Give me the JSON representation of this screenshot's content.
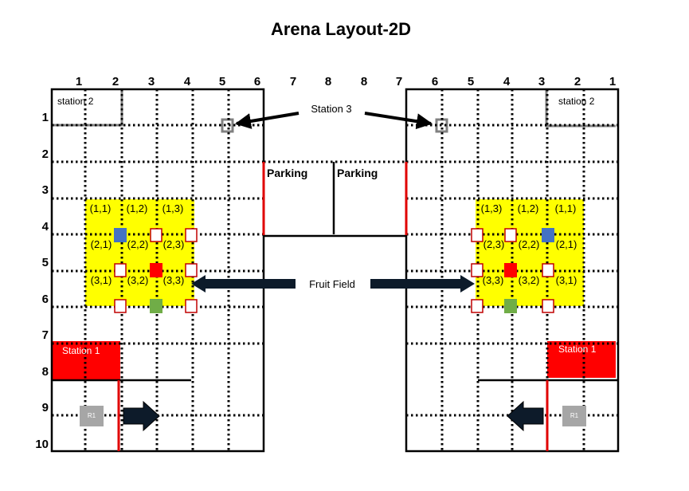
{
  "title": "Arena Layout-2D",
  "left_top_axis": [
    "1",
    "2",
    "3",
    "4",
    "5",
    "6"
  ],
  "middle_top_axis": [
    "7",
    "8",
    "8",
    "7"
  ],
  "right_top_axis": [
    "6",
    "5",
    "4",
    "3",
    "2",
    "1"
  ],
  "left_side_axis": [
    "1",
    "2",
    "3",
    "4",
    "5",
    "6",
    "7",
    "8",
    "9",
    "10"
  ],
  "station2_label": "station 2",
  "station3_label": "Station 3",
  "station1_label": "Station 1",
  "parking_label": "Parking",
  "fruit_field_label": "Fruit Field",
  "robot_label": "R1",
  "left_field_labels": [
    [
      "(1,1)",
      "(1,2)",
      "(1,3)"
    ],
    [
      "(2,1)",
      "(2,2)",
      "(2,3)"
    ],
    [
      "(3,1)",
      "(3,2)",
      "(3,3)"
    ]
  ],
  "right_field_labels": [
    [
      "(1,3)",
      "(1,2)",
      "(1,1)"
    ],
    [
      "(2,3)",
      "(2,2)",
      "(2,1)"
    ],
    [
      "(3,3)",
      "(3,2)",
      "(3,1)"
    ]
  ],
  "colors": {
    "field": "#ffff00",
    "station1": "#ff0000",
    "blue_marker": "#4472c4",
    "red_marker": "#ff0000",
    "green_marker": "#70ad47",
    "empty_marker_border": "#c00000",
    "station_outline": "#808080",
    "robot": "#a6a6a6",
    "arrow": "#0d1b2a",
    "start_line": "#e00000"
  },
  "markers": {
    "left": [
      {
        "row": 1,
        "col": 1,
        "kind": "blue"
      },
      {
        "row": 1,
        "col": 2,
        "kind": "empty"
      },
      {
        "row": 1,
        "col": 3,
        "kind": "empty"
      },
      {
        "row": 2,
        "col": 1,
        "kind": "empty"
      },
      {
        "row": 2,
        "col": 2,
        "kind": "red"
      },
      {
        "row": 2,
        "col": 3,
        "kind": "empty"
      },
      {
        "row": 3,
        "col": 1,
        "kind": "empty"
      },
      {
        "row": 3,
        "col": 2,
        "kind": "green"
      },
      {
        "row": 3,
        "col": 3,
        "kind": "empty"
      }
    ],
    "right": [
      {
        "row": 1,
        "col": 1,
        "kind": "empty"
      },
      {
        "row": 1,
        "col": 2,
        "kind": "empty"
      },
      {
        "row": 1,
        "col": 3,
        "kind": "blue"
      },
      {
        "row": 2,
        "col": 1,
        "kind": "empty"
      },
      {
        "row": 2,
        "col": 2,
        "kind": "red"
      },
      {
        "row": 2,
        "col": 3,
        "kind": "empty"
      },
      {
        "row": 3,
        "col": 1,
        "kind": "empty"
      },
      {
        "row": 3,
        "col": 2,
        "kind": "green"
      },
      {
        "row": 3,
        "col": 3,
        "kind": "empty"
      }
    ]
  }
}
